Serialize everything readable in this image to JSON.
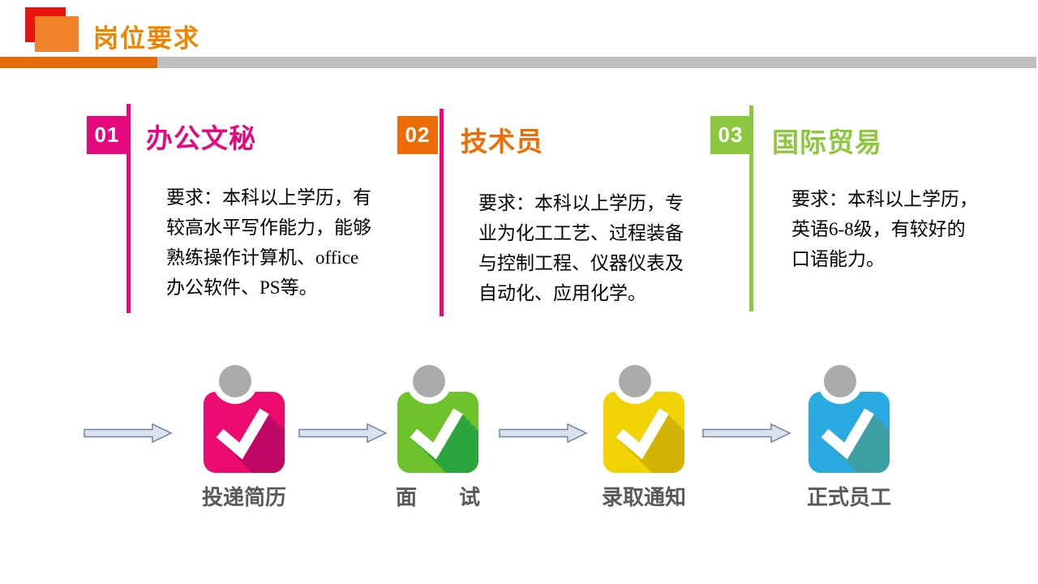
{
  "header": {
    "title": "岗位要求",
    "title_color": "#F08300",
    "square_red": "#E8130A",
    "square_orange": "#F08329",
    "underline_orange": "#E26B0A",
    "underline_gray": "#BFBFBF"
  },
  "sections": [
    {
      "number": "01",
      "title": "办公文秘",
      "body": "要求：本科以上学历，有\n较高水平写作能力，能够\n熟练操作计算机、office\n办公软件、PS等。",
      "accent": "#E4097E",
      "line_color": "#E4097E"
    },
    {
      "number": "02",
      "title": "技术员",
      "body": "要求：本科以上学历，专\n业为化工工艺、过程装备\n与控制工程、仪器仪表及\n自动化、应用化学。",
      "accent": "#ED6C05",
      "line_color": "#E4097E"
    },
    {
      "number": "03",
      "title": "国际贸易",
      "body": "要求：本科以上学历，\n英语6-8级，有较好的\n口语能力。",
      "accent": "#8DC63F",
      "line_color": "#8DC63F"
    }
  ],
  "flow": {
    "arrow_fill": "#DCE2EC",
    "arrow_stroke": "#6F83A6",
    "head_color": "#ABABAB",
    "label_color": "#595959",
    "steps": [
      {
        "label": "投递简历",
        "color": "#EC0A6E",
        "shadow": "#C00766"
      },
      {
        "label": "面　　试",
        "color": "#6EC22B",
        "shadow": "#2BA63C"
      },
      {
        "label": "录取通知",
        "color": "#F1D204",
        "shadow": "#D2B303"
      },
      {
        "label": "正式员工",
        "color": "#29ABE2",
        "shadow": "#3EA0A4"
      }
    ]
  }
}
